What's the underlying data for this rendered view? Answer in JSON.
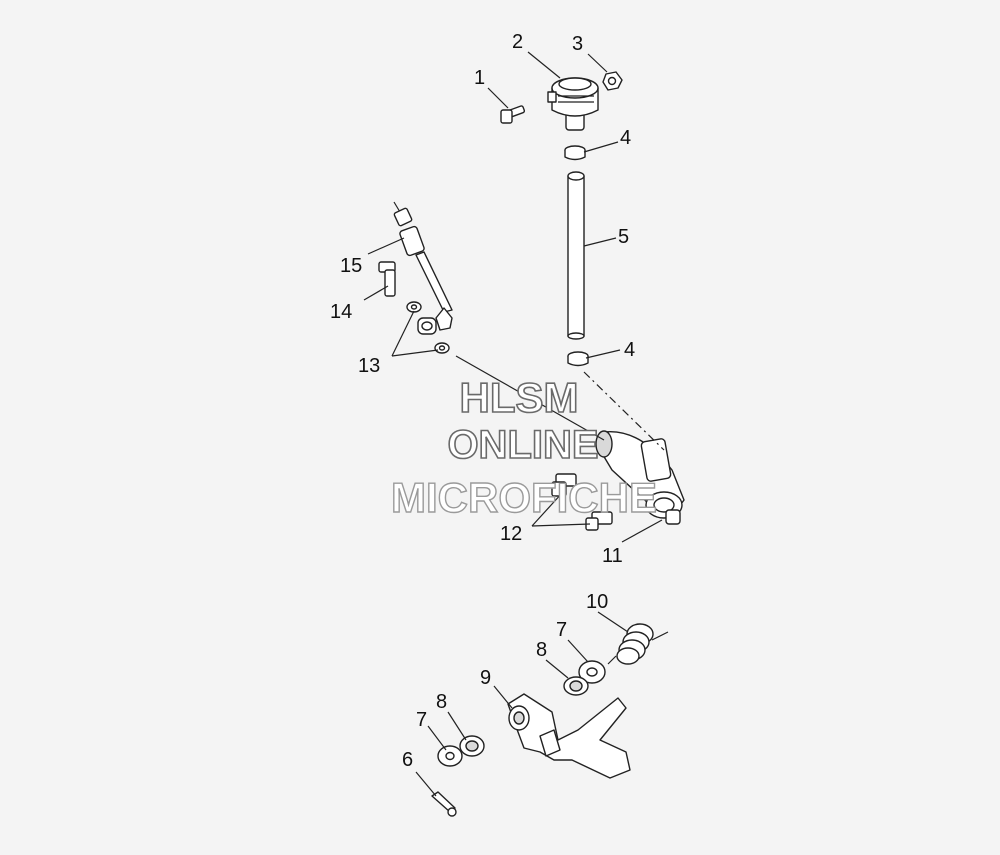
{
  "diagram": {
    "callouts": {
      "c1": "1",
      "c2": "2",
      "c3": "3",
      "c4a": "4",
      "c4b": "4",
      "c5": "5",
      "c6": "6",
      "c7a": "7",
      "c7b": "7",
      "c8a": "8",
      "c8b": "8",
      "c9": "9",
      "c10": "10",
      "c11": "11",
      "c12": "12",
      "c13": "13",
      "c14": "14",
      "c15": "15"
    },
    "watermark": {
      "line1": "HLSM",
      "line2": "ONLINE",
      "line3": "MICROFICHE"
    }
  }
}
